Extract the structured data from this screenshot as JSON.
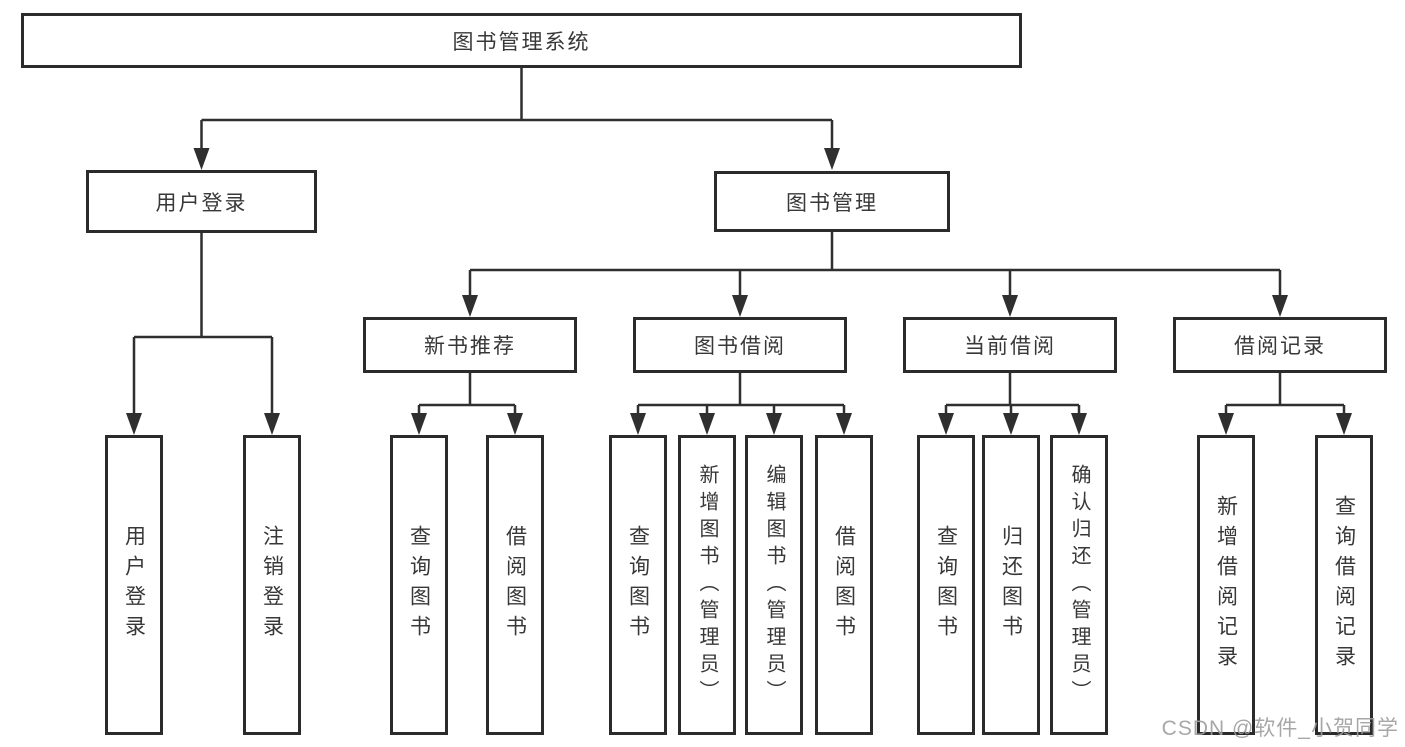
{
  "diagram": {
    "title": "图书管理系统",
    "level2": {
      "user_login": "用户登录",
      "book_management": "图书管理"
    },
    "level3": {
      "new_book_recommend": "新书推荐",
      "book_borrow": "图书借阅",
      "current_borrow": "当前借阅",
      "borrow_records": "借阅记录"
    },
    "leaves": {
      "user_login": [
        "用户登录",
        "注销登录"
      ],
      "new_book_recommend": [
        "查询图书",
        "借阅图书"
      ],
      "book_borrow": [
        "查询图书",
        "新增图书（管理员）",
        "编辑图书（管理员）",
        "借阅图书"
      ],
      "current_borrow": [
        "查询图书",
        "归还图书",
        "确认归还（管理员）"
      ],
      "borrow_records": [
        "新增借阅记录",
        "查询借阅记录"
      ]
    }
  },
  "watermark": "CSDN @软件_小贺同学",
  "colors": {
    "line": "#2f2f2f",
    "box_border": "#2b2b2b",
    "text": "#383838",
    "watermark": "#9e9e9e",
    "background": "#ffffff"
  }
}
